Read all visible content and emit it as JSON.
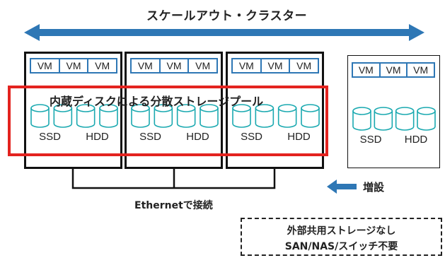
{
  "title": "スケールアウト・クラスター",
  "pool_title": "内蔵ディスクによる分散ストレージプール",
  "nodes": [
    {
      "vms": [
        "VM",
        "VM",
        "VM"
      ],
      "disks": [
        "SSD",
        "HDD"
      ]
    },
    {
      "vms": [
        "VM",
        "VM",
        "VM"
      ],
      "disks": [
        "SSD",
        "HDD"
      ]
    },
    {
      "vms": [
        "VM",
        "VM",
        "VM"
      ],
      "disks": [
        "SSD",
        "HDD"
      ]
    },
    {
      "vms": [
        "VM",
        "VM",
        "VM"
      ],
      "disks": [
        "SSD",
        "HDD"
      ]
    }
  ],
  "add_label": "増設",
  "ethernet_label": "Ethernetで接続",
  "note": {
    "line1": "外部共用ストレージなし",
    "line2": "SAN/NAS/スイッチ不要"
  },
  "colors": {
    "arrow": "#2e77b5",
    "pool_border": "#e3231f",
    "vm_border": "#2e77b5",
    "cylinder": "#1aa9b0"
  }
}
